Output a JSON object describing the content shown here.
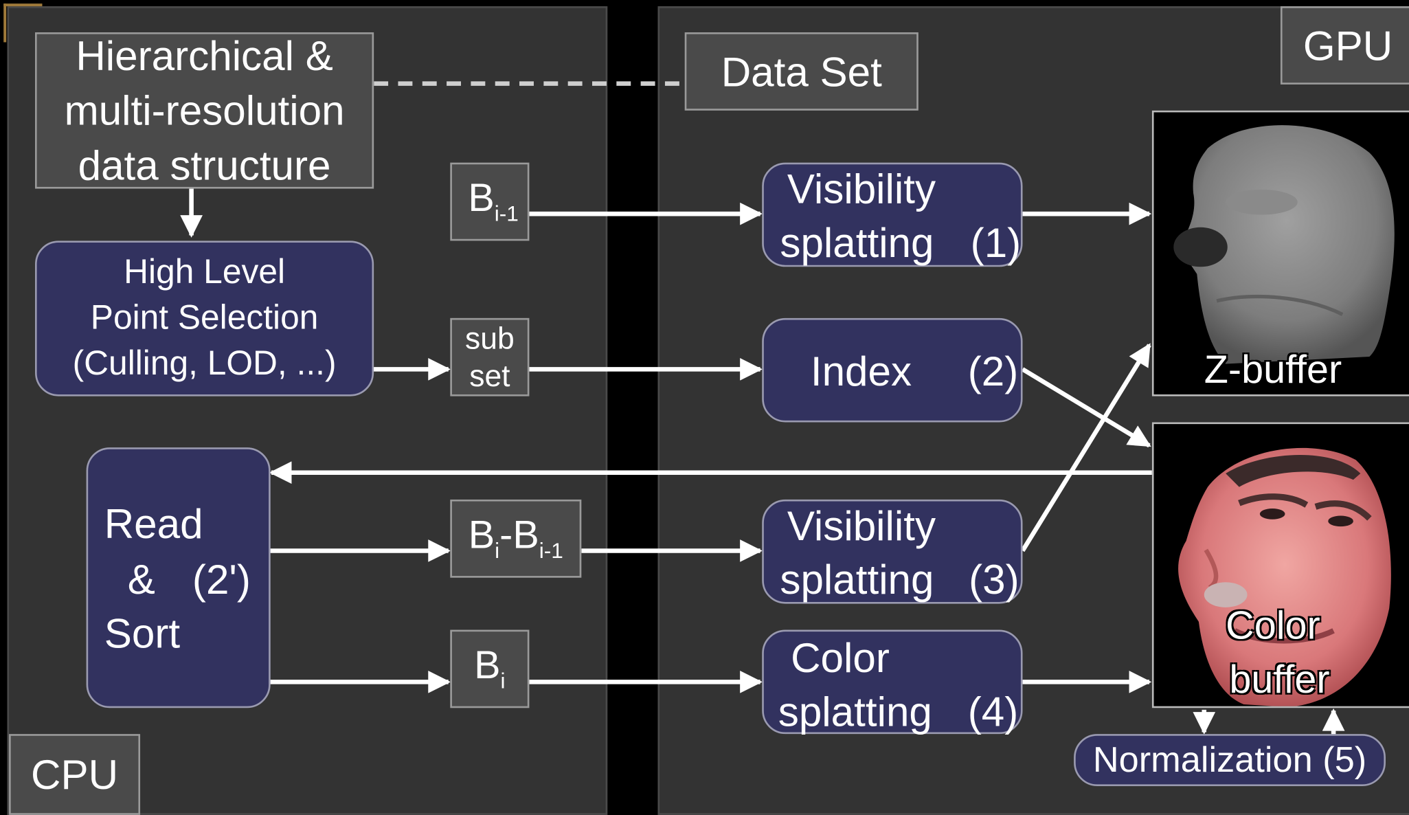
{
  "sections": {
    "cpu_label": "CPU",
    "gpu_label": "GPU"
  },
  "boxes": {
    "hierarchical": [
      "Hierarchical &",
      "multi-resolution",
      "data structure"
    ],
    "data_set": "Data Set",
    "high_level": [
      "High Level",
      "Point Selection",
      "(Culling, LOD, ...)"
    ],
    "read_sort": {
      "line1": "Read",
      "line2a": "&",
      "line2b": "(2')",
      "line3": "Sort"
    },
    "buffer_prev": {
      "base": "B",
      "sub": "i-1"
    },
    "subset": [
      "sub",
      "set"
    ],
    "buffer_diff": {
      "base1": "B",
      "sub1": "i",
      "sep": "-B",
      "sub2": "i-1"
    },
    "buffer_cur": {
      "base": "B",
      "sub": "i"
    }
  },
  "stages": {
    "vis1": {
      "line1": "Visibility",
      "line2": "splatting",
      "num": "(1)"
    },
    "index": {
      "label": "Index",
      "num": "(2)"
    },
    "vis3": {
      "line1": "Visibility",
      "line2": "splatting",
      "num": "(3)"
    },
    "color4": {
      "line1": "Color",
      "line2": "splatting",
      "num": "(4)"
    },
    "normalization": "Normalization (5)"
  },
  "buffers": {
    "zbuffer": "Z-buffer",
    "color_line1": "Color",
    "color_line2": "buffer"
  },
  "colors": {
    "panel": "#333333",
    "stage_fill": "#32325f",
    "gray_box": "#4a4a4a",
    "arrow": "#ffffff"
  }
}
